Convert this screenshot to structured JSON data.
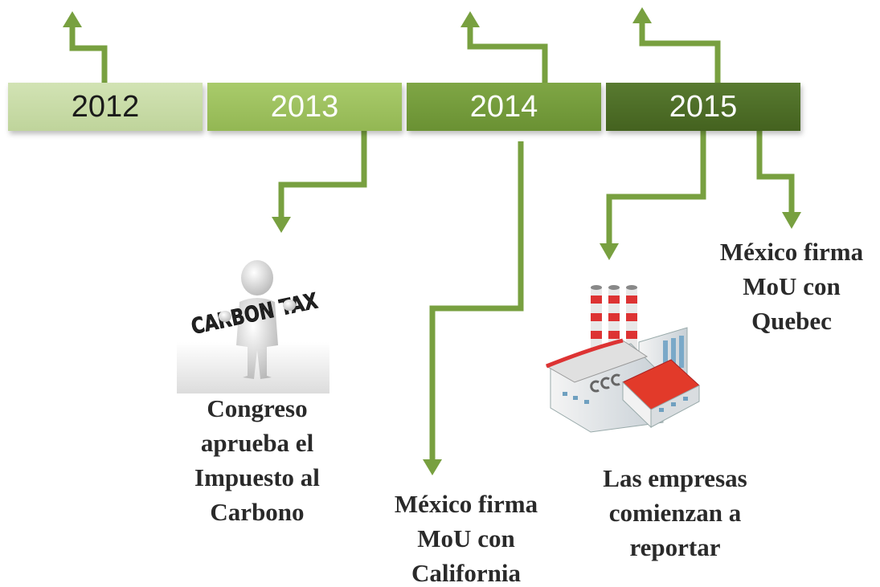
{
  "timeline": {
    "years": [
      "2012",
      "2013",
      "2014",
      "2015"
    ]
  },
  "events": {
    "congreso": [
      "Congreso",
      "aprueba el",
      "Impuesto al",
      "Carbono"
    ],
    "california": [
      "México firma",
      "MoU con",
      "California"
    ],
    "empresas": [
      "Las empresas",
      "comienzan a",
      "reportar"
    ],
    "quebec": [
      "México firma",
      "MoU con",
      "Quebec"
    ]
  },
  "carbon_sign_text": "CARBON TAX",
  "colors": {
    "arrow": "#78a040",
    "year_2012": "#c6daa4",
    "year_2013": "#9bbf5c",
    "year_2014": "#749c3c",
    "year_2015": "#4d6d27"
  },
  "icons": [
    "carbon-tax-figure",
    "factory-icon"
  ]
}
